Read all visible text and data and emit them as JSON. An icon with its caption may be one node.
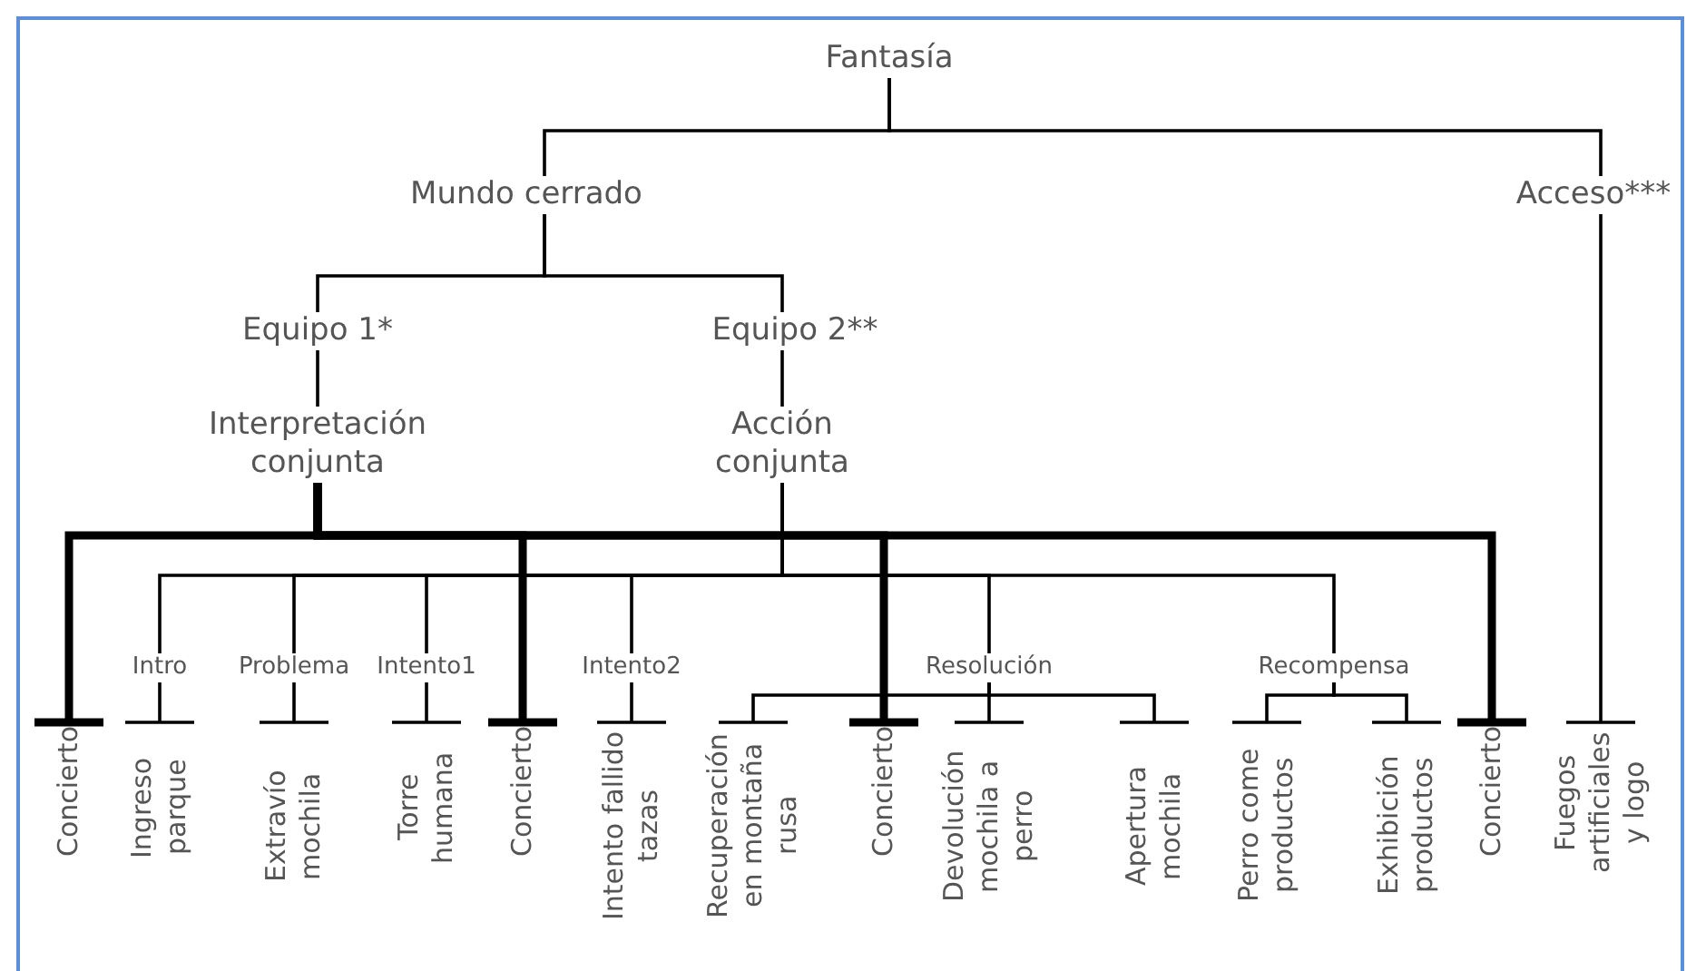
{
  "diagram": {
    "nodes": [
      {
        "text": [
          "Fantasía"
        ]
      },
      {
        "text": [
          "Mundo cerrado"
        ]
      },
      {
        "text": [
          "Acceso***"
        ]
      },
      {
        "text": [
          "Equipo 1*"
        ]
      },
      {
        "text": [
          "Equipo 2**"
        ]
      },
      {
        "text": [
          "Interpretación conjunta"
        ]
      },
      {
        "text": [
          "Acción conjunta"
        ]
      },
      {
        "text": [
          "Intro"
        ]
      },
      {
        "text": [
          "Problema"
        ]
      },
      {
        "text": [
          "Intento1"
        ]
      },
      {
        "text": [
          "Intento2"
        ]
      },
      {
        "text": [
          "Resolución"
        ]
      },
      {
        "text": [
          "Recompensa"
        ]
      },
      {
        "text": [
          "Concierto"
        ]
      },
      {
        "text": [
          "Ingreso parque"
        ]
      },
      {
        "text": [
          "Extravío mochila"
        ]
      },
      {
        "text": [
          "Torre humana"
        ]
      },
      {
        "text": [
          "Concierto"
        ]
      },
      {
        "text": [
          "Intento fallido tazas"
        ]
      },
      {
        "text": [
          "Recuperación en montaña rusa"
        ]
      },
      {
        "text": [
          "Concierto"
        ]
      },
      {
        "text": [
          "Devolución mochila a perro"
        ]
      },
      {
        "text": [
          "Apertura mochila"
        ]
      },
      {
        "text": [
          "Perro come productos"
        ]
      },
      {
        "text": [
          "Exhibición productos"
        ]
      },
      {
        "text": [
          "Concierto"
        ]
      },
      {
        "text": [
          "Fuegos artificiales y logo"
        ]
      }
    ],
    "edges": [
      {
        "from": 0,
        "to": 1,
        "arrow": "none"
      },
      {
        "from": 0,
        "to": 2,
        "arrow": "none"
      },
      {
        "from": 1,
        "to": 3,
        "arrow": "none"
      },
      {
        "from": 1,
        "to": 4,
        "arrow": "none"
      },
      {
        "from": 3,
        "to": 5,
        "arrow": "none"
      },
      {
        "from": 4,
        "to": 6,
        "arrow": "none"
      },
      {
        "from": 5,
        "to": 13,
        "arrow": "none",
        "style": "thick"
      },
      {
        "from": 5,
        "to": 17,
        "arrow": "none",
        "style": "thick"
      },
      {
        "from": 5,
        "to": 20,
        "arrow": "none",
        "style": "thick"
      },
      {
        "from": 5,
        "to": 25,
        "arrow": "none",
        "style": "thick"
      },
      {
        "from": 6,
        "to": 7,
        "arrow": "none"
      },
      {
        "from": 6,
        "to": 8,
        "arrow": "none"
      },
      {
        "from": 6,
        "to": 9,
        "arrow": "none"
      },
      {
        "from": 6,
        "to": 10,
        "arrow": "none"
      },
      {
        "from": 6,
        "to": 11,
        "arrow": "none"
      },
      {
        "from": 6,
        "to": 12,
        "arrow": "none"
      },
      {
        "from": 7,
        "to": 14,
        "arrow": "none"
      },
      {
        "from": 8,
        "to": 15,
        "arrow": "none"
      },
      {
        "from": 9,
        "to": 16,
        "arrow": "none"
      },
      {
        "from": 10,
        "to": 18,
        "arrow": "none"
      },
      {
        "from": 11,
        "to": 19,
        "arrow": "none"
      },
      {
        "from": 11,
        "to": 21,
        "arrow": "none"
      },
      {
        "from": 11,
        "to": 22,
        "arrow": "none"
      },
      {
        "from": 12,
        "to": 23,
        "arrow": "none"
      },
      {
        "from": 12,
        "to": 24,
        "arrow": "none"
      },
      {
        "from": 2,
        "to": 26,
        "arrow": "none"
      }
    ]
  }
}
